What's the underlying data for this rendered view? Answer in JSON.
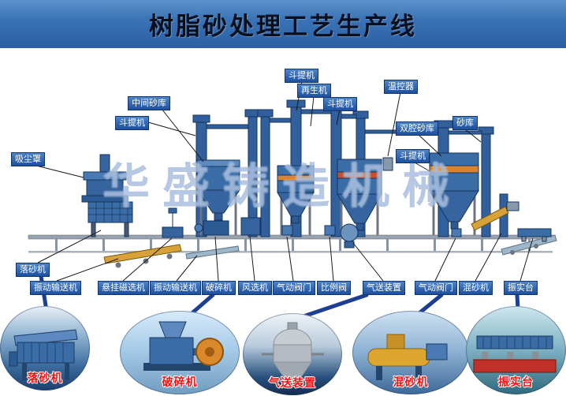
{
  "title": "树脂砂处理工艺生产线",
  "watermark": "华盛铸造机械",
  "colors": {
    "banner_blue": "#3a74b6",
    "label_blue": "#1d4f9e",
    "gallery_label_red": "#f21010",
    "equipment_blue": "#3a6da6",
    "accent_orange": "#d9832e"
  },
  "labels": {
    "dust_hood": "吸尘罩",
    "bucket_elevator": "斗提机",
    "mid_sand_silo": "中间砂库",
    "regenerator": "再生机",
    "temp_controller": "温控器",
    "double_chamber_silo": "双腔砂库",
    "sand_silo": "砂库",
    "shakeout": "落砂机",
    "vibrating_conveyor": "振动输送机",
    "magnetic_separator": "悬挂磁选机",
    "crusher": "破碎机",
    "air_classifier": "风选机",
    "pneumatic_valve": "气动阀门",
    "proportional_valve": "比例阀",
    "pneumatic_feeder": "气送装置",
    "sand_mixer": "混砂机",
    "compaction_table": "振实台"
  },
  "gallery": [
    {
      "label": "落砂机"
    },
    {
      "label": "破碎机"
    },
    {
      "label": "气送装置"
    },
    {
      "label": "混砂机"
    },
    {
      "label": "振实台"
    }
  ]
}
